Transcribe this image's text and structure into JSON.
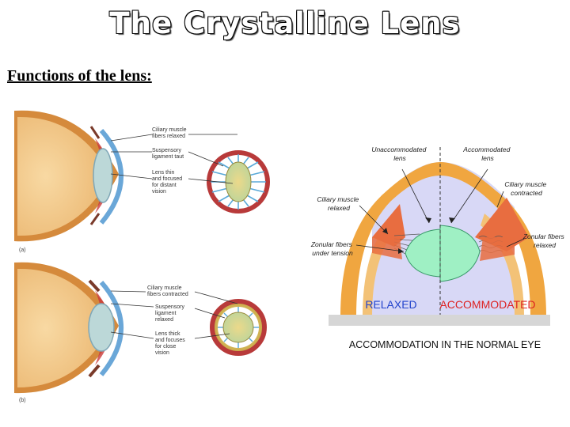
{
  "title": "The Crystalline Lens",
  "subtitle": "Functions of the lens:",
  "left_diagram": {
    "panel_a": {
      "tag": "(a)",
      "labels": [
        [
          "Ciliary muscle",
          "fibers relaxed"
        ],
        [
          "Suspensory",
          "ligament taut"
        ],
        [
          "Lens thin",
          "and focused",
          "for distant",
          "vision"
        ]
      ]
    },
    "panel_b": {
      "tag": "(b)",
      "labels": [
        [
          "Ciliary muscle",
          "fibers contracted"
        ],
        [
          "Suspensory",
          "ligament",
          "relaxed"
        ],
        [
          "Lens thick",
          "and focuses",
          "for close",
          "vision"
        ]
      ]
    }
  },
  "right_diagram": {
    "top_left": [
      "Unaccommodated",
      "lens"
    ],
    "top_right": [
      "Accommodated",
      "lens"
    ],
    "ciliary_relaxed": [
      "Ciliary muscle",
      "relaxed"
    ],
    "ciliary_contracted": [
      "Ciliary muscle",
      "contracted"
    ],
    "zonular_tension": [
      "Zonular fibers",
      "under tension"
    ],
    "zonular_relaxed": [
      "Zonular fibers",
      "relaxed"
    ],
    "relaxed": "RELAXED",
    "accommodated": "ACCOMMODATED",
    "caption": "ACCOMMODATION IN THE NORMAL EYE"
  },
  "colors": {
    "sclera": "#f0a640",
    "vitreous": "#f6cf90",
    "iris": "#3a80b8",
    "lens": "#cfe6da",
    "lens_thin": "#dcecc0",
    "muscle": "#e86d40",
    "lens_green": "#9ff0c4",
    "aqueous": "#d8d8f6",
    "relaxed_text": "#2244cc",
    "accommodated_text": "#dd2222"
  }
}
